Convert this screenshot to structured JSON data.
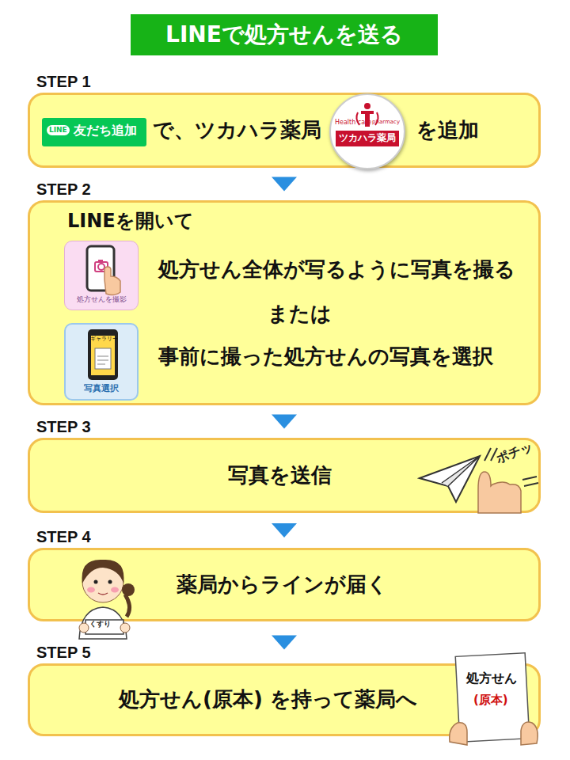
{
  "diagram": {
    "title": "LINEで処方せんを送る",
    "nodes": [
      {
        "text": [
          "STEP 1",
          "で、ツカハラ薬局",
          "を追加"
        ]
      },
      {
        "text": [
          "LINE",
          "友だち追加"
        ],
        "in": 0
      },
      {
        "text": [
          "Health care",
          "pharmacy",
          "ツカハラ薬局"
        ],
        "in": 0
      },
      {
        "text": [
          "STEP 2",
          "LINEを開いて",
          "処方せん全体が写るように写真を撮る",
          "または",
          "事前に撮った処方せんの写真を選択"
        ]
      },
      {
        "text": [
          "処方せんを撮影"
        ],
        "in": 3
      },
      {
        "text": [
          "ギャラリー",
          "写真選択"
        ],
        "in": 3
      },
      {
        "text": [
          "STEP 3",
          "写真を送信"
        ]
      },
      {
        "text": [
          "STEP 4",
          "薬局からラインが届く"
        ]
      },
      {
        "text": [
          "STEP 5",
          "処方せん(原本) を持って薬局へ"
        ]
      }
    ],
    "edges": [
      {
        "from": 0,
        "to": 3,
        "arrow": "to"
      },
      {
        "from": 3,
        "to": 6,
        "arrow": "to"
      },
      {
        "from": 6,
        "to": 7,
        "arrow": "to"
      },
      {
        "from": 7,
        "to": 8,
        "arrow": "to"
      }
    ],
    "labels": [
      "ポチッ",
      "くすり",
      "処方せん",
      "(原本)"
    ]
  }
}
